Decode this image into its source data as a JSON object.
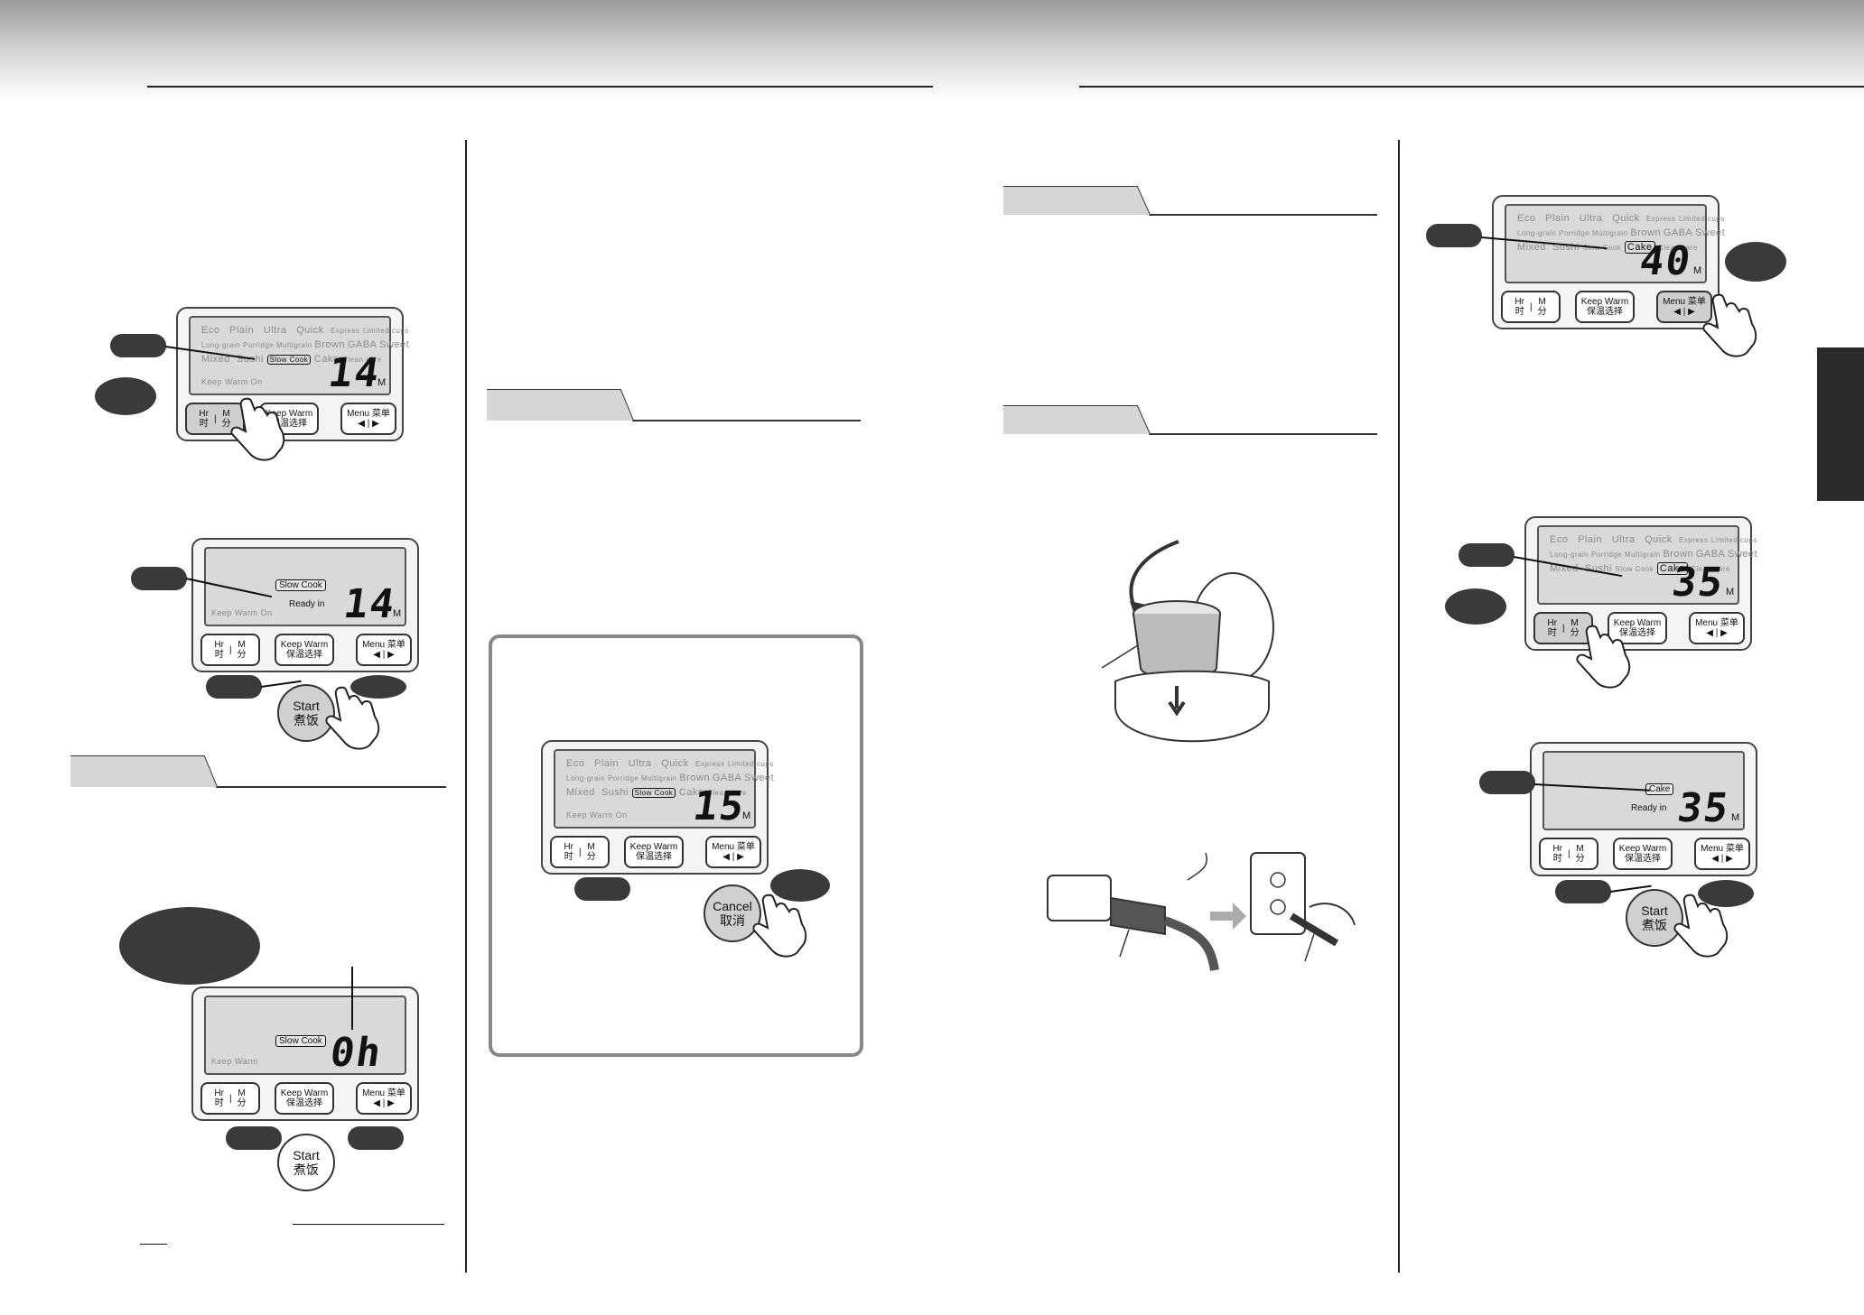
{
  "colors": {
    "header_top": "#9a9a9a",
    "callout": "#3a3a3a",
    "lcd_bg": "#d9d9d9",
    "section_tab": "#d6d6d6",
    "frame": "#888888"
  },
  "lcd": {
    "row1": [
      "Eco",
      "Plain",
      "Ultra",
      "Quick",
      "Express",
      "Limited cups"
    ],
    "row2": [
      "Long-grain",
      "Porridge",
      "Multigrain",
      "Brown",
      "GABA",
      "Sweet"
    ],
    "row3": [
      "Mixed",
      "Sushi",
      "Slow Cook",
      "Cake",
      "Clean care"
    ],
    "keep_warm_on": "Keep Warm On",
    "keep_warm": "Keep Warm",
    "ready_in": "Ready in",
    "badge_slow_cook": "Slow Cook",
    "badge_cake": "Cake",
    "unit_m": "M"
  },
  "buttons": {
    "hr": "Hr",
    "hr_cn": "时",
    "m": "M",
    "m_cn": "分",
    "keep_warm": "Keep Warm",
    "keep_warm_cn": "保温选择",
    "menu": "Menu 菜单",
    "arrows": "◀ | ▶",
    "start": "Start",
    "start_cn": "煮饭",
    "cancel": "Cancel",
    "cancel_cn": "取消"
  },
  "displays": {
    "d1": "14",
    "d2": "14",
    "d3": "0h",
    "d4": "15",
    "d5": "40",
    "d6": "35",
    "d7": "35"
  },
  "icons": {
    "finger": "pointing-finger-icon",
    "pot": "inner-pot-icon",
    "plug": "power-plug-icon",
    "arrow": "insert-arrow-icon"
  }
}
